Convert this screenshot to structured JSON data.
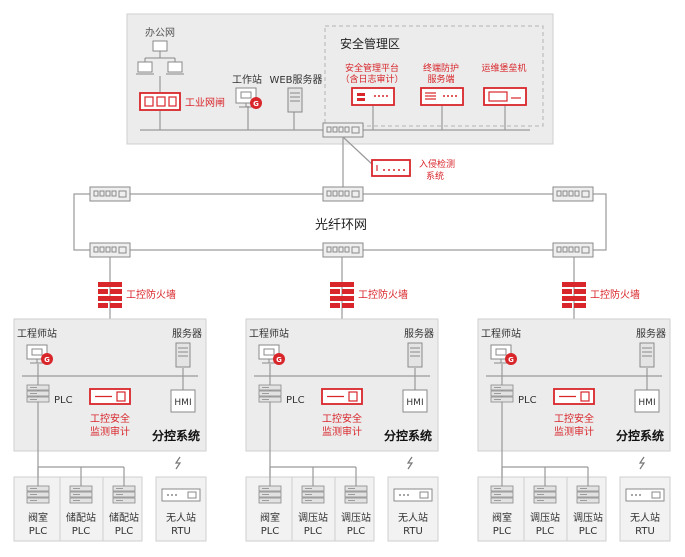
{
  "top": {
    "office_label": "办公网",
    "workstation_label": "工作站",
    "web_server_label": "WEB服务器",
    "industrial_gateway_label": "工业网闸",
    "security_zone_title": "安全管理区",
    "security_platform_label": [
      "安全管理平台",
      "（含日志审计）"
    ],
    "endpoint_protection_label": [
      "终端防护",
      "服务端"
    ],
    "bastion_label": "运维堡垒机",
    "g_badge": "G"
  },
  "ids_label": [
    "入侵检测",
    "系统"
  ],
  "ring_label": "光纤环网",
  "firewall_label": "工控防火墙",
  "branches": [
    {
      "engineer_station_label": "工程师站",
      "server_label": "服务器",
      "plc_label": "PLC",
      "hmi_label": "HMI",
      "audit_label": [
        "工控安全",
        "监测审计"
      ],
      "system_label": "分控系统",
      "field": [
        {
          "name": "阀室",
          "type": "PLC"
        },
        {
          "name": "储配站",
          "type": "PLC"
        },
        {
          "name": "储配站",
          "type": "PLC"
        }
      ],
      "rtu": {
        "name": "无人站",
        "type": "RTU"
      }
    },
    {
      "engineer_station_label": "工程师站",
      "server_label": "服务器",
      "plc_label": "PLC",
      "hmi_label": "HMI",
      "audit_label": [
        "工控安全",
        "监测审计"
      ],
      "system_label": "分控系统",
      "field": [
        {
          "name": "阀室",
          "type": "PLC"
        },
        {
          "name": "调压站",
          "type": "PLC"
        },
        {
          "name": "调压站",
          "type": "PLC"
        }
      ],
      "rtu": {
        "name": "无人站",
        "type": "RTU"
      }
    },
    {
      "engineer_station_label": "工程师站",
      "server_label": "服务器",
      "plc_label": "PLC",
      "hmi_label": "HMI",
      "audit_label": [
        "工控安全",
        "监测审计"
      ],
      "system_label": "分控系统",
      "field": [
        {
          "name": "阀室",
          "type": "PLC"
        },
        {
          "name": "调压站",
          "type": "PLC"
        },
        {
          "name": "调压站",
          "type": "PLC"
        }
      ],
      "rtu": {
        "name": "无人站",
        "type": "RTU"
      }
    }
  ],
  "colors": {
    "accent_red": "#d8262b",
    "zone_fill": "#ececec",
    "zone_stroke": "#cfcfcf",
    "line": "#9a9a9a",
    "device_fill": "#efefef",
    "device_stroke": "#8a8a8a",
    "text": "#333333"
  }
}
